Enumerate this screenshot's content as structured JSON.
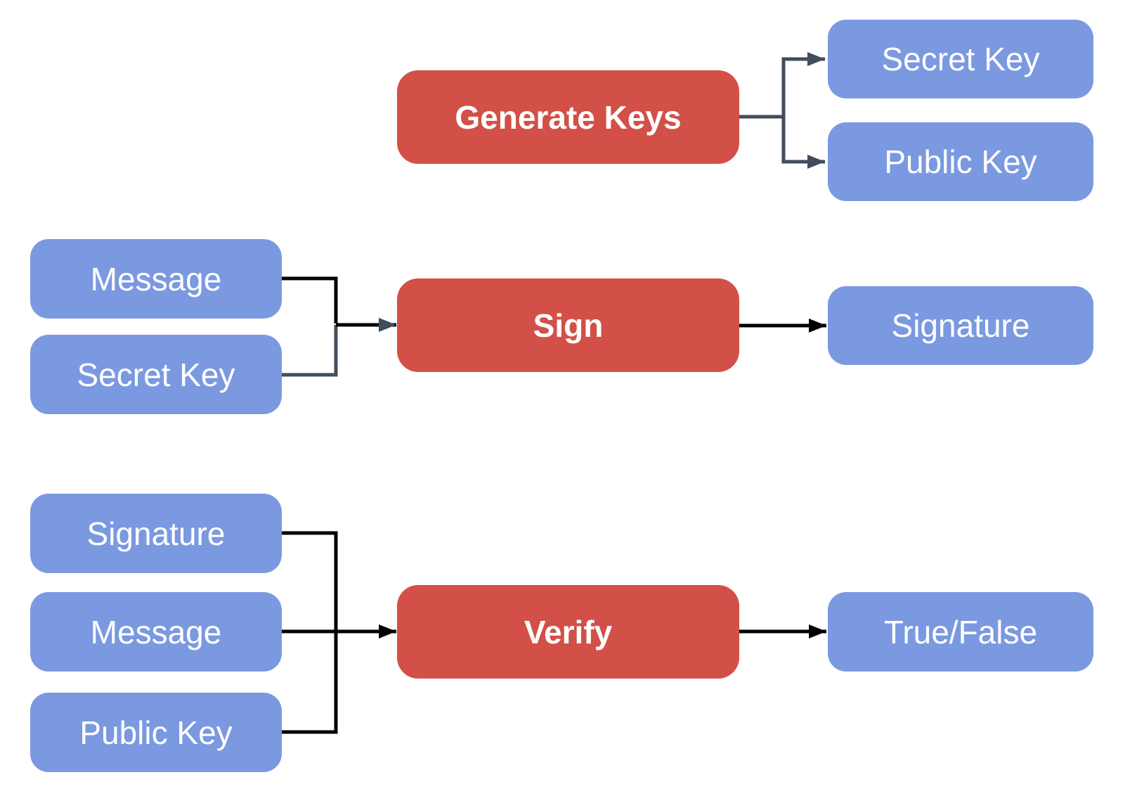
{
  "colors": {
    "process_fill": "#d25048",
    "data_fill": "#7b99e0",
    "connector_dark_slate": "#414d5c",
    "connector_black": "#000000",
    "node_text": "#ffffff",
    "background": "#ffffff"
  },
  "flows": [
    {
      "name": "generate-keys",
      "process": "Generate Keys",
      "inputs": [],
      "outputs": [
        "Secret Key",
        "Public Key"
      ]
    },
    {
      "name": "sign",
      "process": "Sign",
      "inputs": [
        "Message",
        "Secret Key"
      ],
      "outputs": [
        "Signature"
      ]
    },
    {
      "name": "verify",
      "process": "Verify",
      "inputs": [
        "Signature",
        "Message",
        "Public Key"
      ],
      "outputs": [
        "True/False"
      ]
    }
  ],
  "edges": [
    {
      "from": "Generate Keys",
      "to": "Secret Key"
    },
    {
      "from": "Generate Keys",
      "to": "Public Key"
    },
    {
      "from": "Message",
      "to": "Sign"
    },
    {
      "from": "Secret Key",
      "to": "Sign"
    },
    {
      "from": "Sign",
      "to": "Signature"
    },
    {
      "from": "Signature",
      "to": "Verify"
    },
    {
      "from": "Message",
      "to": "Verify"
    },
    {
      "from": "Public Key",
      "to": "Verify"
    },
    {
      "from": "Verify",
      "to": "True/False"
    }
  ]
}
